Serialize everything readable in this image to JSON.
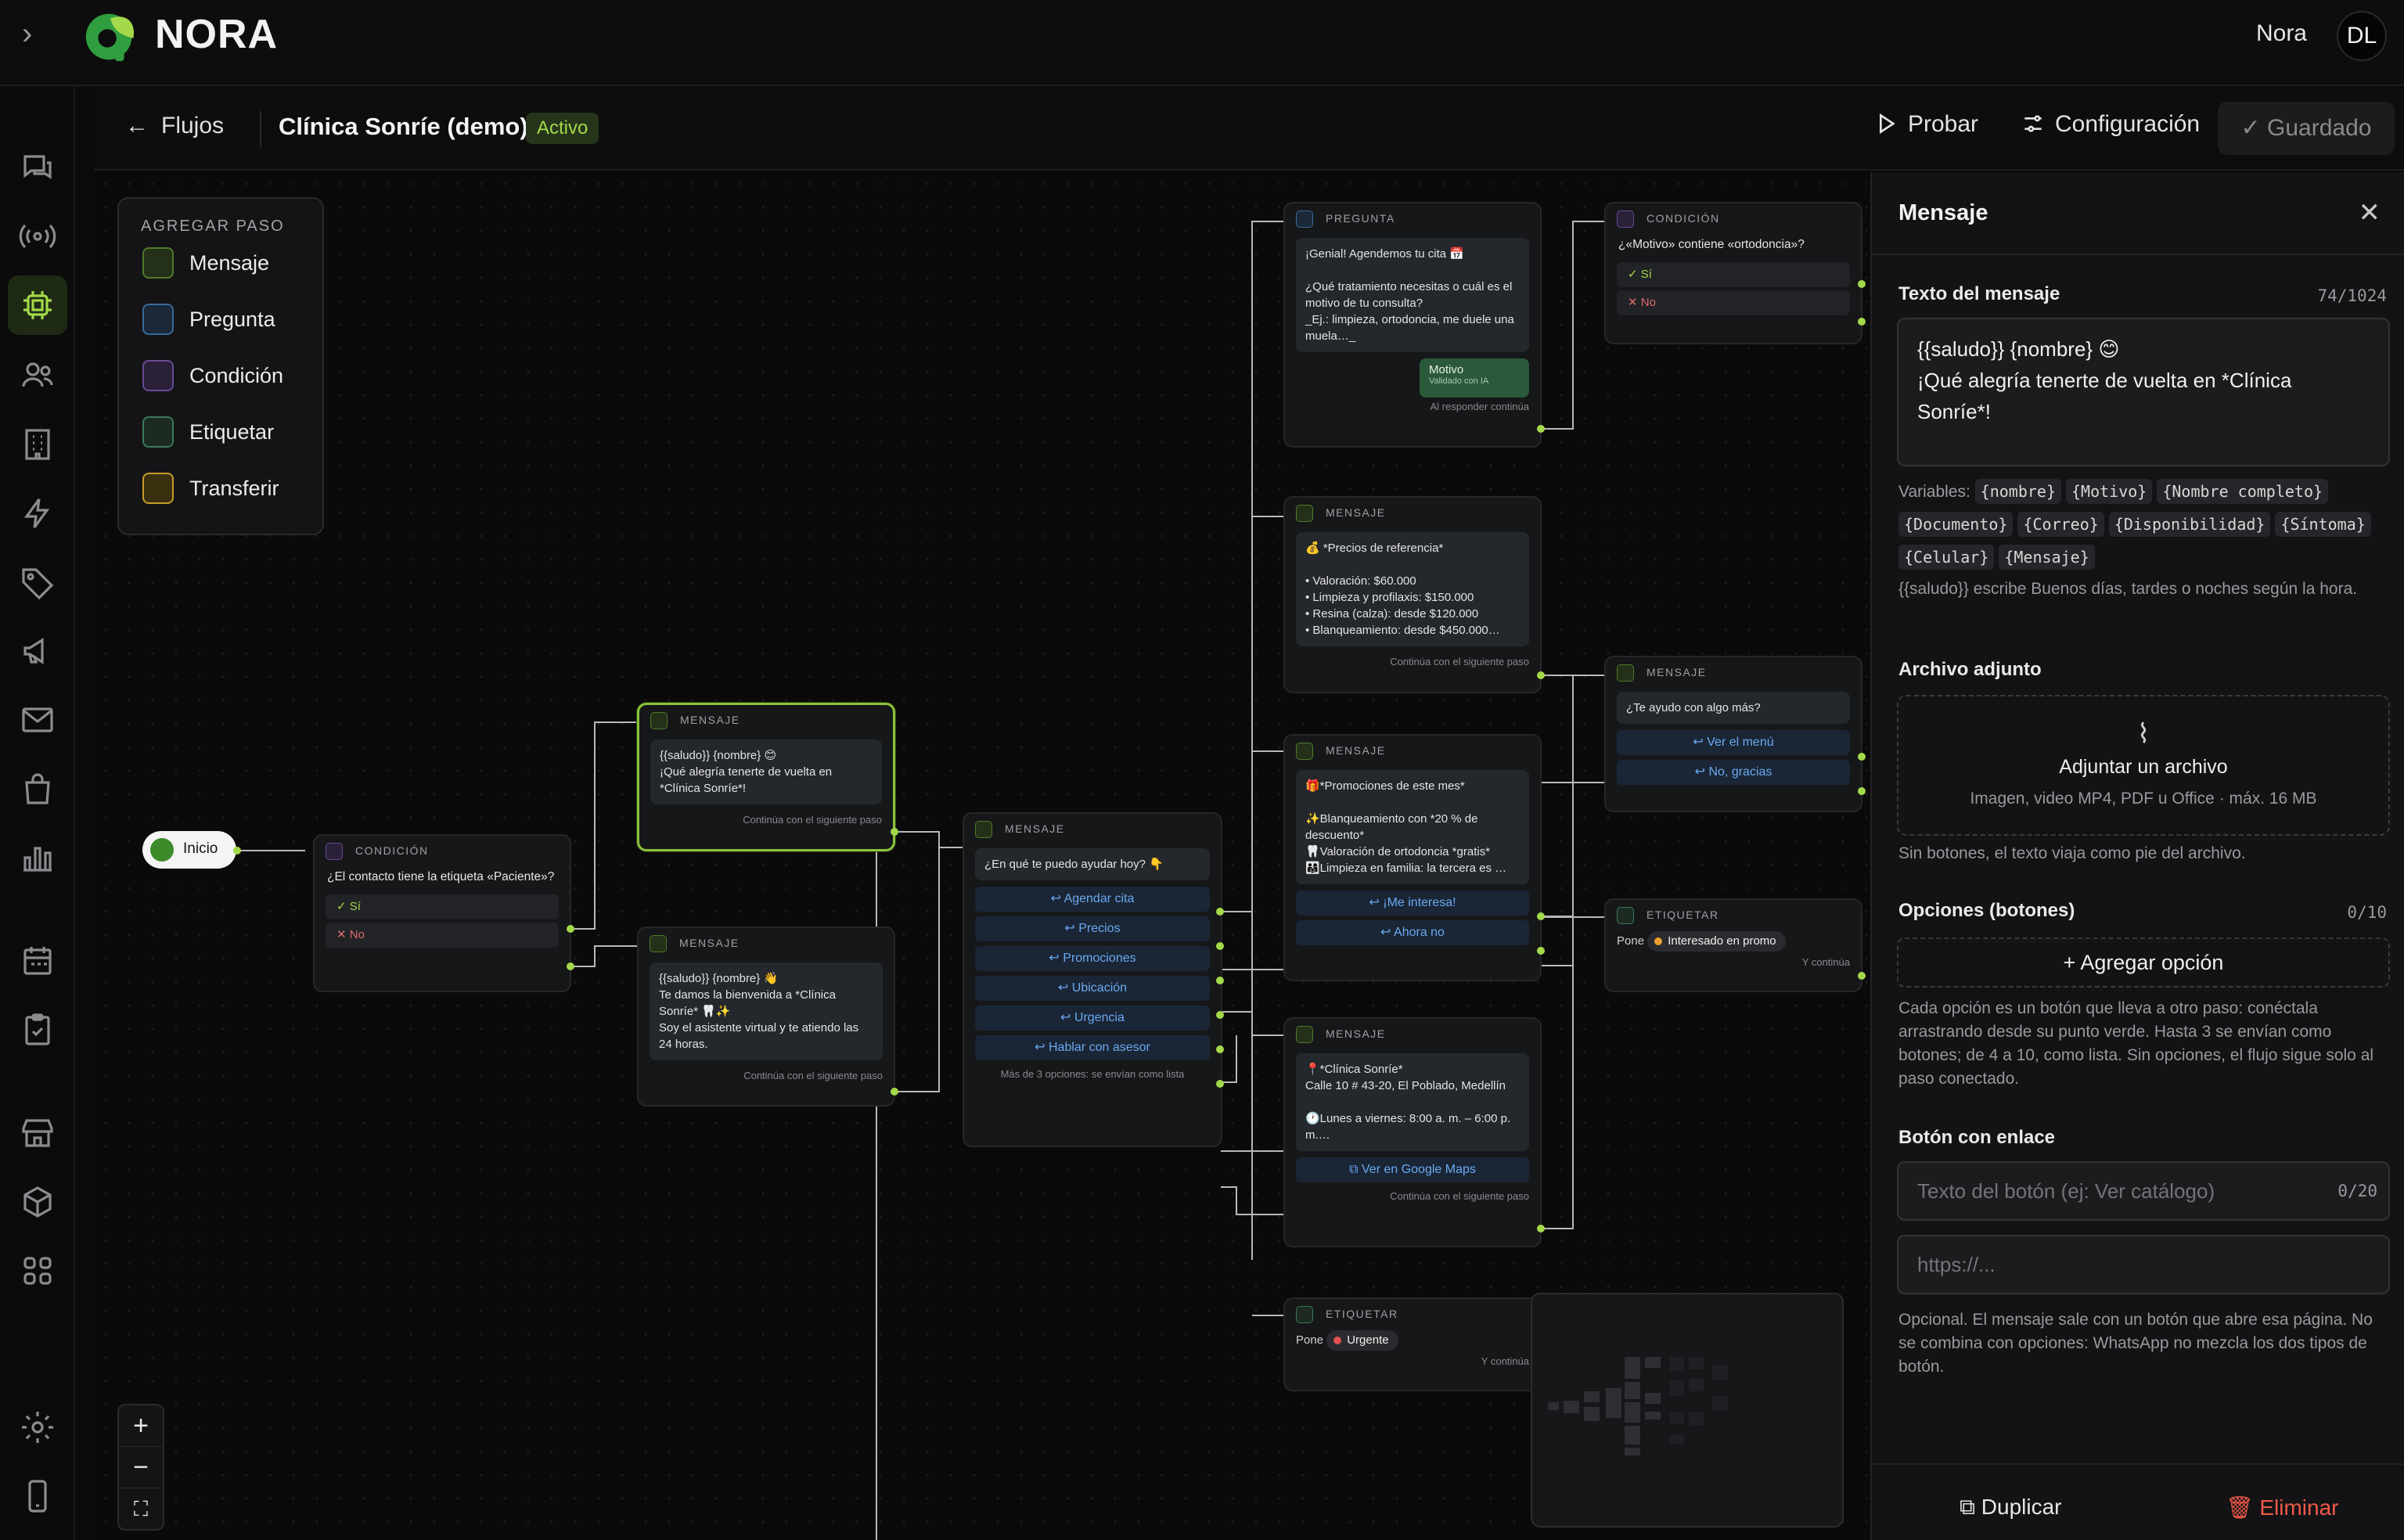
{
  "brand": {
    "name": "NORA",
    "user": "Nora",
    "initials": "DL"
  },
  "header": {
    "back": "Flujos",
    "title": "Clínica Sonríe (demo)",
    "status": "Activo",
    "test": "Probar",
    "config": "Configuración",
    "saved": "Guardado"
  },
  "palette": {
    "title": "AGREGAR PASO",
    "items": [
      "Mensaje",
      "Pregunta",
      "Condición",
      "Etiquetar",
      "Transferir"
    ]
  },
  "nodes": {
    "start": "Inicio",
    "cond1": {
      "type": "CONDICIÓN",
      "q": "¿El contacto tiene la etiqueta «Paciente»?",
      "yes": "Sí",
      "no": "No"
    },
    "msg1": {
      "type": "MENSAJE",
      "text": "{{saludo}} {nombre} 😊\n¡Qué alegría tenerte de vuelta en *Clínica Sonríe*!",
      "foot": "Continúa con el siguiente paso"
    },
    "msg2": {
      "type": "MENSAJE",
      "text": "{{saludo}} {nombre} 👋\nTe damos la bienvenida a *Clínica Sonríe* 🦷✨\nSoy el asistente virtual y te atiendo las 24 horas.",
      "foot": "Continúa con el siguiente paso"
    },
    "menu": {
      "type": "MENSAJE",
      "text": "¿En qué te puedo ayudar hoy? 👇",
      "options": [
        "Agendar cita",
        "Precios",
        "Promociones",
        "Ubicación",
        "Urgencia",
        "Hablar con asesor"
      ],
      "foot": "Más de 3 opciones: se envían como lista"
    },
    "ask": {
      "type": "PREGUNTA",
      "text": "¡Genial! Agendemos tu cita 📅\n\n¿Qué tratamiento necesitas o cuál es el motivo de tu consulta?\n_Ej.: limpieza, ortodoncia, me duele una muela…_",
      "var": "Motivo",
      "varsub": "Validado con IA",
      "foot": "Al responder continúa"
    },
    "prices": {
      "type": "MENSAJE",
      "text": "💰 *Precios de referencia*\n\n• Valoración: $60.000\n• Limpieza y profilaxis: $150.000\n• Resina (calza): desde $120.000\n• Blanqueamiento: desde $450.000…",
      "foot": "Continúa con el siguiente paso"
    },
    "promo": {
      "type": "MENSAJE",
      "text": "🎁*Promociones de este mes*\n\n✨Blanqueamiento con *20 % de descuento*\n🦷Valoración de ortodoncia *gratis*\n👨‍👩‍👧Limpieza en familia: la tercera es …",
      "opt1": "¡Me interesa!",
      "opt2": "Ahora no"
    },
    "loc": {
      "type": "MENSAJE",
      "text": "📍*Clínica Sonríe*\nCalle 10 # 43-20, El Poblado, Medellín\n\n🕐Lunes a viernes: 8:00 a. m. – 6:00 p. m.…",
      "link": "Ver en Google Maps",
      "foot": "Continúa con el siguiente paso"
    },
    "urgent": {
      "type": "ETIQUETAR",
      "pone": "Pone",
      "tag": "Urgente",
      "foot": "Y continúa"
    },
    "cond2": {
      "type": "CONDICIÓN",
      "q": "¿«Motivo» contiene «ortodoncia»?",
      "yes": "Sí",
      "no": "No"
    },
    "help": {
      "type": "MENSAJE",
      "text": "¿Te ayudo con algo más?",
      "opt1": "Ver el menú",
      "opt2": "No, gracias"
    },
    "promoTag": {
      "type": "ETIQUETAR",
      "pone": "Pone",
      "tag": "Interesado en promo",
      "foot": "Y continúa"
    }
  },
  "panel": {
    "title": "Mensaje",
    "textLabel": "Texto del mensaje",
    "textCount": "74/1024",
    "text": "{{saludo}} {nombre} 😊\n¡Qué alegría tenerte de vuelta en *Clínica Sonríe*!",
    "varsLabel": "Variables:",
    "vars": [
      "{nombre}",
      "{Motivo}",
      "{Nombre completo}",
      "{Documento}",
      "{Correo}",
      "{Disponibilidad}",
      "{Síntoma}",
      "{Celular}",
      "{Mensaje}"
    ],
    "varsNote": "{{saludo}} escribe Buenos días, tardes o noches según la hora.",
    "attachLabel": "Archivo adjunto",
    "attachTitle": "Adjuntar un archivo",
    "attachSub": "Imagen, video MP4, PDF u Office · máx. 16 MB",
    "attachNote": "Sin botones, el texto viaja como pie del archivo.",
    "optionsLabel": "Opciones (botones)",
    "optionsCount": "0/10",
    "addOption": "Agregar opción",
    "optionsNote": "Cada opción es un botón que lleva a otro paso: conéctala arrastrando desde su punto verde. Hasta 3 se envían como botones; de 4 a 10, como lista. Sin opciones, el flujo sigue solo al paso conectado.",
    "linkLabel": "Botón con enlace",
    "linkPlaceholder": "Texto del botón (ej: Ver catálogo)",
    "linkCount": "0/20",
    "urlPlaceholder": "https://...",
    "linkNote": "Opcional. El mensaje sale con un botón que abre esa página. No se combina con opciones: WhatsApp no mezcla los dos tipos de botón.",
    "duplicate": "Duplicar",
    "delete": "Eliminar"
  },
  "colors": {
    "accent": "#a3d94a",
    "danger": "#ef5a4a",
    "link": "#6aa9f0",
    "tagPromo": "#f0a030",
    "tagUrgent": "#e05050"
  }
}
